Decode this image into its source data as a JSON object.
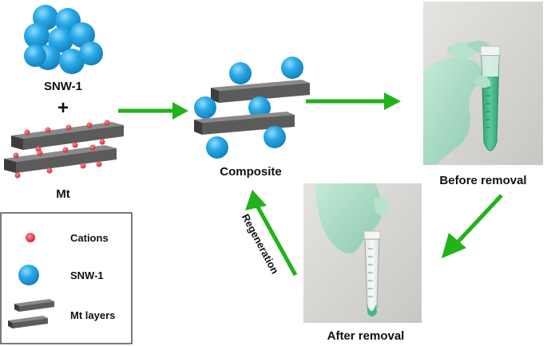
{
  "labels": {
    "snw1": "SNW-1",
    "plus": "+",
    "mt": "Mt",
    "composite": "Composite",
    "before_removal": "Before removal",
    "after_removal": "After removal",
    "regeneration": "Regeneration"
  },
  "legend": {
    "cations": "Cations",
    "snw1": "SNW-1",
    "mt_layers": "Mt layers"
  },
  "colors": {
    "sphere": "#2aa9e6",
    "cation": "#e0303a",
    "layer": "#5a5a5a",
    "arrow": "#22b21a",
    "glove": "#a9dcc4",
    "solution_before": "#3fb88a",
    "solution_after": "#e6eeea"
  }
}
